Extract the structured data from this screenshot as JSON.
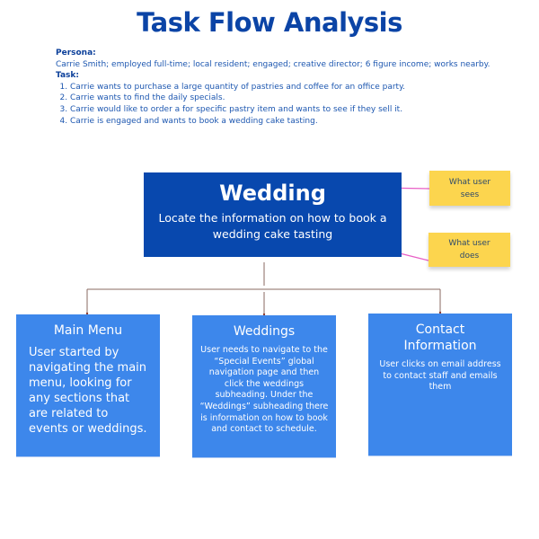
{
  "title": "Task Flow Analysis",
  "persona": {
    "label": "Persona:",
    "text": "Carrie Smith; employed full-time; local resident; engaged; creative director; 6 figure income; works nearby."
  },
  "task": {
    "label": "Task:",
    "items": [
      "Carrie wants to purchase a large quantity of pastries and coffee for an office party.",
      "Carrie wants to find the daily specials.",
      "Carrie would like to order a for specific pastry item and wants to see if they sell it.",
      "Carrie is engaged and wants to book a wedding cake tasting."
    ]
  },
  "main_box": {
    "heading": "Wedding",
    "description": "Locate the information on how to book a wedding cake tasting"
  },
  "sticky_notes": {
    "sees": "What user sees",
    "does": "What user does"
  },
  "steps": [
    {
      "heading": "Main Menu",
      "description": "User started by navigating the main menu, looking for any sections that are related to events or weddings."
    },
    {
      "heading": "Weddings",
      "description": "User needs to navigate to the “Special Events” global navigation page and then click the weddings subheading. Under the “Weddings” subheading there is information on how to book and contact to schedule."
    },
    {
      "heading": "Contact Information",
      "description": "User clicks on email address to contact staff and emails them"
    }
  ],
  "colors": {
    "title": "#0b44a6",
    "main_box": "#0848ae",
    "step_box": "#3d87eb",
    "sticky": "#fcd54e",
    "annotation_arrow": "#e85fc6",
    "connector": "#8a6a62"
  }
}
